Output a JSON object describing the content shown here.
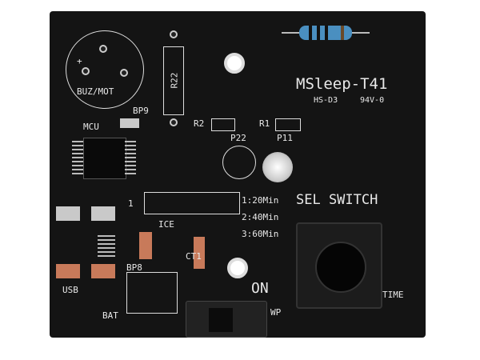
{
  "board": {
    "model": "MSleep-T41",
    "cert": "HS-D3",
    "rating": "94V-0",
    "labels": {
      "buzzer": "BUZ/MOT",
      "bp9": "BP9",
      "mcu": "MCU",
      "r22": "R22",
      "r2": "R2",
      "r1": "R1",
      "p22": "P22",
      "p11": "P11",
      "sel_switch": "SEL  SWITCH",
      "pin1": "1",
      "opt1": "1:20Min",
      "opt2": "2:40Min",
      "opt3": "3:60Min",
      "ice": "ICE",
      "ct1": "CT1",
      "bp8": "BP8",
      "usb": "USB",
      "bat": "BAT",
      "on": "ON",
      "time": "TIME",
      "wp": "WP",
      "plus": "+"
    }
  },
  "colors": {
    "pcb": "#141414",
    "silk": "#e8e8e8",
    "copper": "#c87a5a",
    "resistor": "#4a8fc0"
  }
}
